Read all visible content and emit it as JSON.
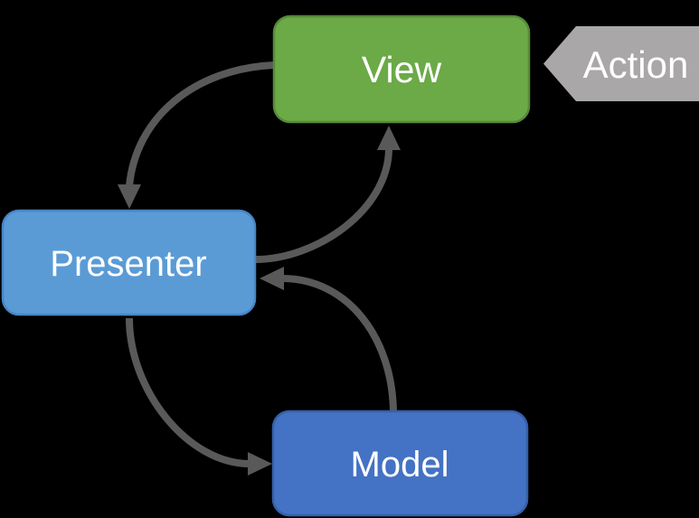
{
  "diagram": {
    "name": "Model-View-Presenter pattern diagram",
    "background_color": "#000000",
    "arrow_color": "#595959",
    "nodes": {
      "view": {
        "label": "View",
        "fill": "#6BAA47",
        "border": "#568A39",
        "text_color": "#FFFFFF"
      },
      "presenter": {
        "label": "Presenter",
        "fill": "#5B9BD5",
        "border": "#4886C6",
        "text_color": "#FFFFFF"
      },
      "model": {
        "label": "Model",
        "fill": "#4472C4",
        "border": "#3460A8",
        "text_color": "#FFFFFF"
      },
      "action": {
        "label": "Action",
        "fill": "#A9A7A7",
        "text_color": "#FFFFFF",
        "points_at": "View",
        "direction": "left"
      }
    },
    "edges": [
      {
        "from": "View",
        "to": "Presenter"
      },
      {
        "from": "Presenter",
        "to": "View"
      },
      {
        "from": "Presenter",
        "to": "Model"
      },
      {
        "from": "Model",
        "to": "Presenter"
      }
    ]
  }
}
